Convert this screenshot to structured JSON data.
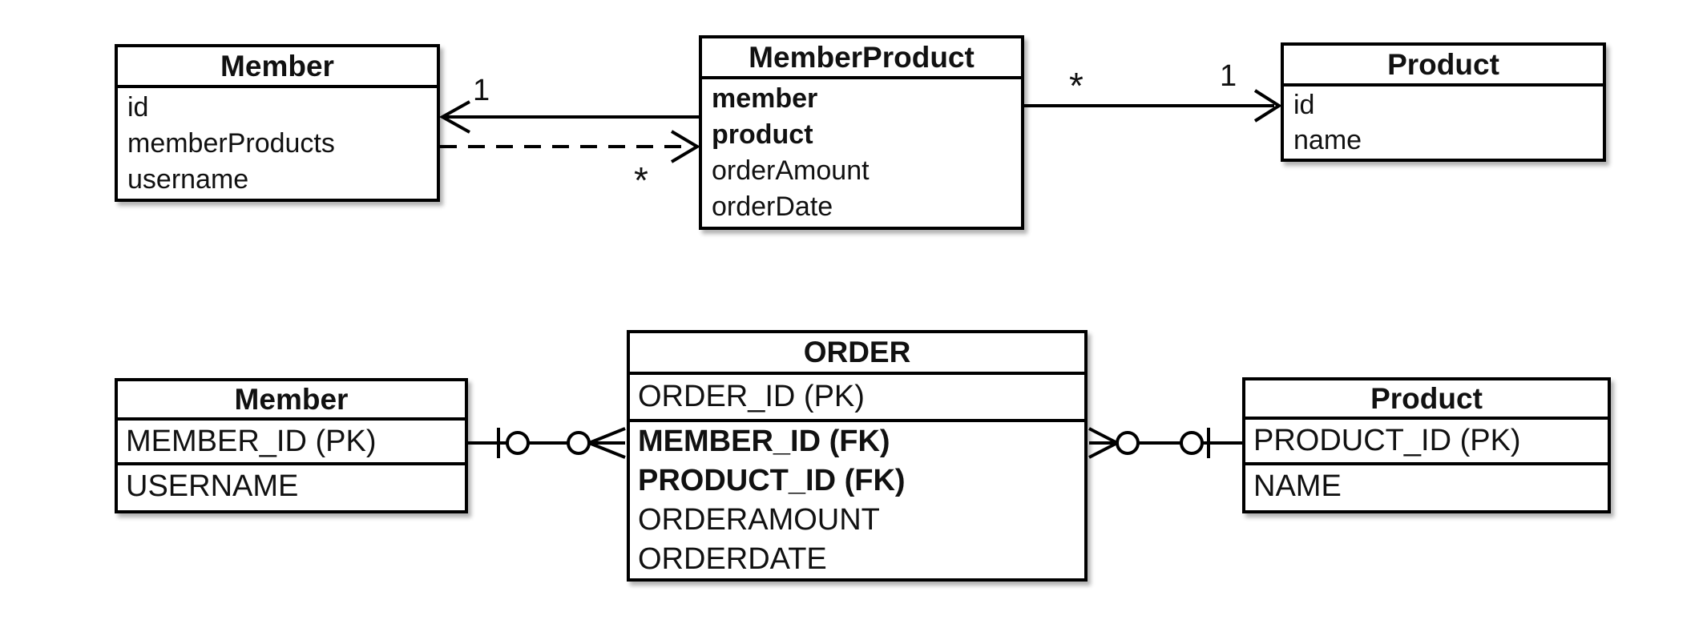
{
  "uml_diagram": {
    "member": {
      "title": "Member",
      "fields": [
        "id",
        "memberProducts",
        "username"
      ]
    },
    "member_product": {
      "title": "MemberProduct",
      "fields": [
        "member",
        "product",
        "orderAmount",
        "orderDate"
      ]
    },
    "product": {
      "title": "Product",
      "fields": [
        "id",
        "name"
      ]
    },
    "multiplicities": {
      "member_side_one": "1",
      "member_side_many": "*",
      "product_side_many": "*",
      "product_side_one": "1"
    }
  },
  "er_diagram": {
    "member": {
      "title": "Member",
      "rows": [
        "MEMBER_ID (PK)",
        "USERNAME"
      ]
    },
    "order": {
      "title": "ORDER",
      "primary_key_row": "ORDER_ID (PK)",
      "rows": [
        "MEMBER_ID (FK)",
        "PRODUCT_ID (FK)",
        "ORDERAMOUNT",
        "ORDERDATE"
      ]
    },
    "product": {
      "title": "Product",
      "rows": [
        "PRODUCT_ID (PK)",
        "NAME"
      ]
    }
  },
  "colors": {
    "line": "#000000",
    "background": "#ffffff",
    "text": "#111111"
  }
}
